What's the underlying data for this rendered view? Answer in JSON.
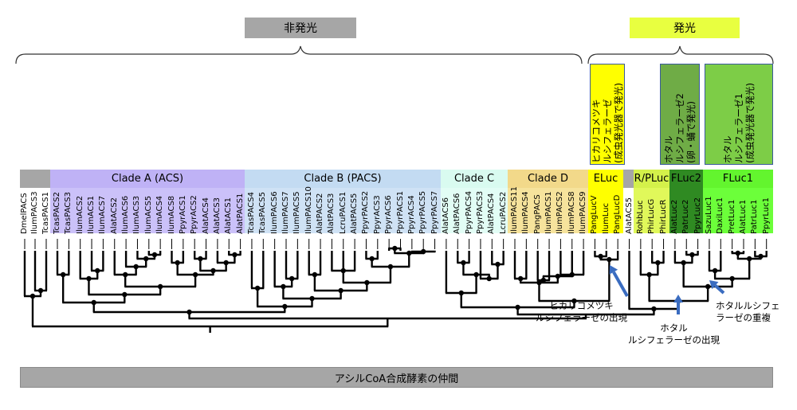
{
  "top_labels": {
    "non_luminous": "非発光",
    "luminous": "発光"
  },
  "boxes": {
    "eluc": {
      "lines": [
        "ヒカリコメツキ",
        "ルシフェラーゼ",
        "(成虫発光器で発光)"
      ]
    },
    "fluc2": {
      "lines": [
        "ホタル",
        "ルシフェラーゼ2",
        "(卵・蛹で発光)"
      ]
    },
    "fluc1": {
      "lines": [
        "ホタル",
        "ルシフェラーゼ1",
        "(成虫発光器で発光)"
      ]
    }
  },
  "clades": [
    {
      "label": "Clade A (ACS)",
      "color": "#bfb2f6",
      "bg": "#cbc1f9"
    },
    {
      "label": "Clade B (PACS)",
      "color": "#c3dbf2",
      "bg": "#cfe2f5"
    },
    {
      "label": "Clade C",
      "color": "#d9fbf0",
      "bg": "#e2fdf5"
    },
    {
      "label": "Clade D",
      "color": "#f2d98a",
      "bg": "#f6e39c"
    },
    {
      "label": "ELuc",
      "color": "#ffff00",
      "bg": "#ffff00"
    },
    {
      "label": "R/PLuc",
      "color": "#d4f14a",
      "bg": "#e0f85a"
    },
    {
      "label": "FLuc2",
      "color": "#2f8a22",
      "bg": "#2f8a22"
    },
    {
      "label": "FLuc1",
      "color": "#63f52e",
      "bg": "#6cff3a"
    }
  ],
  "leaves": [
    "DmelPACS",
    "IlumPACS3",
    "TcasPACS1",
    "TcasPACS2",
    "TcasPACS3",
    "IlumACS2",
    "IlumACS1",
    "IlumACS7",
    "AlatACS2",
    "IlumACS6",
    "IlumACS3",
    "IlumACS5",
    "IlumACS4",
    "IlumACS8",
    "PpyrACS1",
    "PpyrACS2",
    "AlatACS4",
    "AlatACS3",
    "AlatACS1",
    "AlatPACS1",
    "TcasPACS4",
    "TcasPACS5",
    "IlumPACS6",
    "IlumPACS7",
    "IlumPACS5",
    "IlumPACS10",
    "AlatPACS2",
    "AlatPACS3",
    "LcruPACS1",
    "AlatPACS5",
    "PpyrPACS2",
    "PpyrACS3",
    "PpyrACS6",
    "PpyrPACS1",
    "PpyrACS4",
    "PpyrPACS5",
    "PpyrPACS7",
    "AlatACS6",
    "AlatPACS6",
    "PpyrPACS4",
    "PpyrPACS3",
    "AlatPACS4",
    "LcruPACS2",
    "IlumPACS11",
    "IlumPACS4",
    "PangPACS",
    "IlumPACS1",
    "IlumPACS2",
    "IlumPACS8",
    "IlumPACS9",
    "PangLucV",
    "IlumLuc",
    "PangLucD",
    "AlatACS5",
    "RohbLuc",
    "PhirLucG",
    "PhirLucR",
    "AlatLuc2",
    "PatrLuc2",
    "PpyrLuc2",
    "SazuLuc1",
    "DaxiLuc1",
    "PretLuc1",
    "AlatLuc1",
    "PatrLuc1",
    "PpyrLuc1"
  ],
  "annotations": {
    "eluc_origin": [
      "ヒカリコメツキ",
      "ルシフェラーゼの出現"
    ],
    "fluc_origin": [
      "ホタル",
      "ルシフェラーゼの出現"
    ],
    "fluc_dup": [
      "ホタルルシフェ",
      "ラーゼの重複"
    ]
  },
  "bottom_label": "アシルCoA合成酵素の仲間",
  "colors": {
    "arrow": "#3a6cc0",
    "gray": "#a6a6a6",
    "box_border": "#3a5a9c"
  }
}
